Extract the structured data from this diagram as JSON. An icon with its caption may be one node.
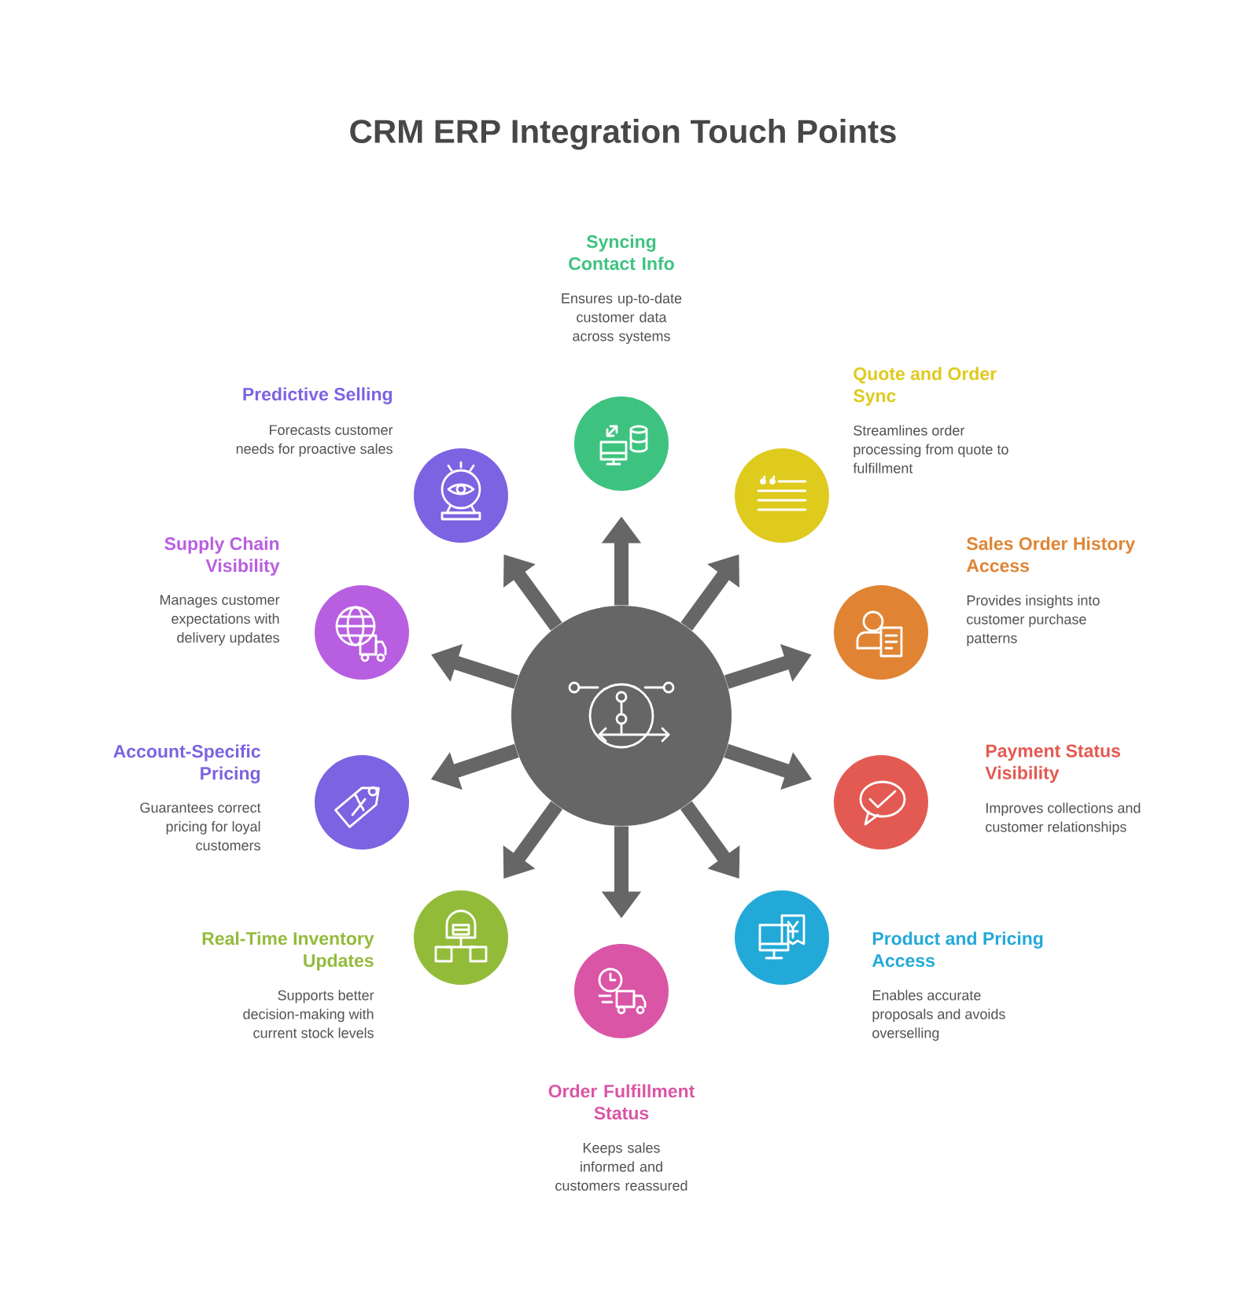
{
  "diagram": {
    "title": "CRM ERP Integration Touch Points",
    "nodes": [
      {
        "text": [],
        "shape": "circle"
      },
      {
        "text": [],
        "shape": "circle",
        "beside": [
          "Syncing Contact Info",
          "Ensures up-to-date customer data across systems"
        ]
      },
      {
        "text": [],
        "shape": "circle",
        "beside": [
          "Quote and Order Sync",
          "Streamlines order processing from quote to fulfillment"
        ]
      },
      {
        "text": [],
        "shape": "circle",
        "beside": [
          "Sales Order History Access",
          "Provides insights into customer purchase patterns"
        ]
      },
      {
        "text": [],
        "shape": "circle",
        "beside": [
          "Payment Status Visibility",
          "Improves collections and customer relationships"
        ]
      },
      {
        "text": [],
        "shape": "circle",
        "beside": [
          "Product and Pricing Access",
          "Enables accurate proposals and avoids overselling"
        ]
      },
      {
        "text": [],
        "shape": "circle",
        "beside": [
          "Order Fulfillment Status",
          "Keeps sales informed and customers reassured"
        ]
      },
      {
        "text": [],
        "shape": "circle",
        "beside": [
          "Real-Time Inventory Updates",
          "Supports better decision-making with current stock levels"
        ]
      },
      {
        "text": [],
        "shape": "circle",
        "beside": [
          "Account-Specific Pricing",
          "Guarantees correct pricing for loyal customers"
        ]
      },
      {
        "text": [],
        "shape": "circle",
        "beside": [
          "Supply Chain Visibility",
          "Manages customer expectations with delivery updates"
        ]
      },
      {
        "text": [],
        "shape": "circle",
        "beside": [
          "Predictive Selling",
          "Forecasts customer needs for proactive sales"
        ]
      }
    ],
    "edges": [
      {
        "from": 0,
        "to": 1,
        "arrow": "to"
      },
      {
        "from": 0,
        "to": 2,
        "arrow": "to"
      },
      {
        "from": 0,
        "to": 3,
        "arrow": "to"
      },
      {
        "from": 0,
        "to": 4,
        "arrow": "to"
      },
      {
        "from": 0,
        "to": 5,
        "arrow": "to"
      },
      {
        "from": 0,
        "to": 6,
        "arrow": "to"
      },
      {
        "from": 0,
        "to": 7,
        "arrow": "to"
      },
      {
        "from": 0,
        "to": 8,
        "arrow": "to"
      },
      {
        "from": 0,
        "to": 9,
        "arrow": "to"
      },
      {
        "from": 0,
        "to": 10,
        "arrow": "to"
      }
    ]
  }
}
